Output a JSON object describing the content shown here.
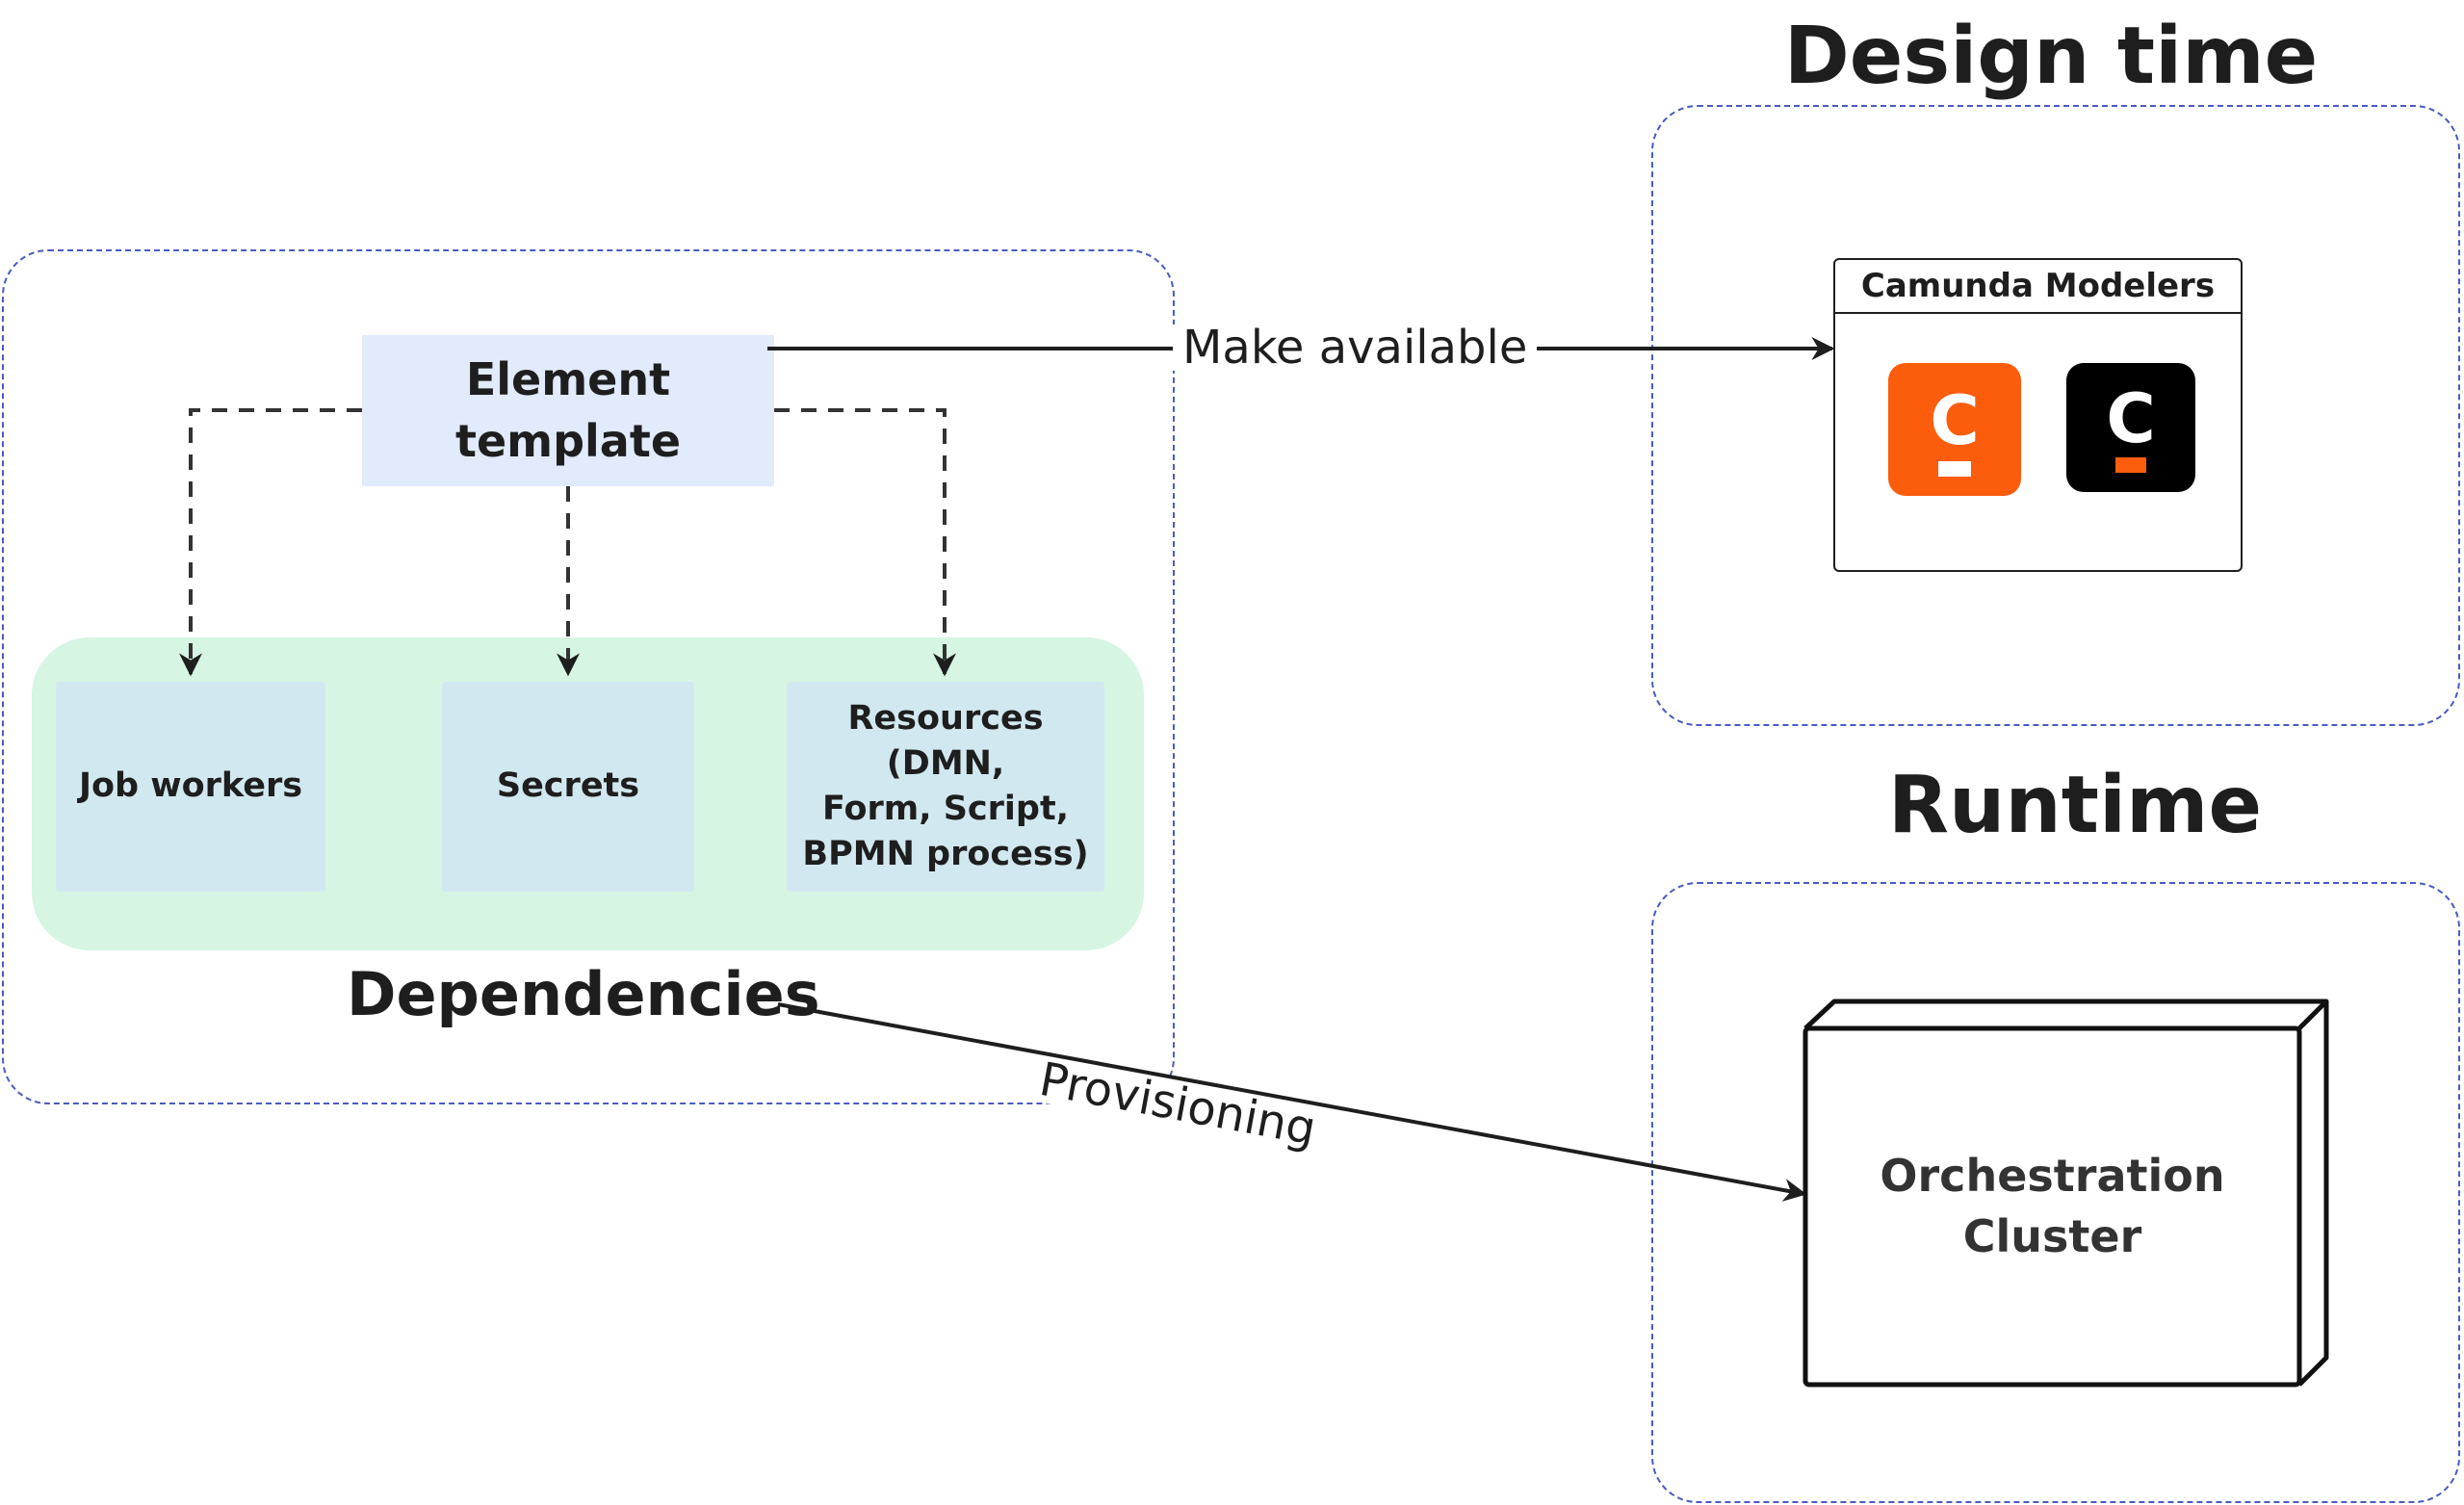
{
  "design_time": {
    "title": "Design time",
    "modelers": {
      "title": "Camunda Modelers",
      "logo_letter": "C",
      "logos": [
        {
          "name": "orange-logo",
          "bg": "#fc5d0d",
          "accent": "#ffffff"
        },
        {
          "name": "black-logo",
          "bg": "#000000",
          "accent": "#fc5d0d"
        }
      ]
    }
  },
  "runtime": {
    "title": "Runtime",
    "cluster": {
      "line1": "Orchestration",
      "line2": "Cluster"
    }
  },
  "element_template": {
    "line1": "Element",
    "line2": "template"
  },
  "dependencies": {
    "label": "Dependencies",
    "items": [
      {
        "lines": [
          "Job workers"
        ]
      },
      {
        "lines": [
          "Secrets"
        ]
      },
      {
        "lines": [
          "Resources (DMN,",
          "Form, Script,",
          "BPMN process)"
        ]
      }
    ]
  },
  "edges": {
    "make_available": "Make available",
    "provisioning": "Provisioning"
  },
  "colors": {
    "group_border": "#4a5bbf",
    "template_fill": "#e1ebfc",
    "dependencies_band": "#d6f5e3",
    "dependency_box": "#d2e8f0",
    "camunda_orange": "#fc5d0d",
    "ink": "#1e1e1e"
  }
}
